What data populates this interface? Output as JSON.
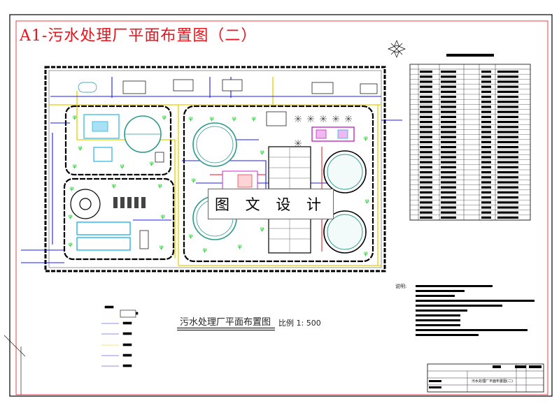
{
  "title": "A1-污水处理厂平面布置图（二）",
  "drawing_title": "污水处理厂平面布置图",
  "scale_text": "比例 1: 500",
  "watermark_text": "图 文 设 计",
  "notes_label": "说明:",
  "title_block": {
    "drawing_name": "污水处理厂平面布置图(二)"
  },
  "colors": {
    "title": "#e8131b",
    "pipe_blue": "#1c1cf0",
    "pipe_yellow": "#e6d000",
    "pipe_red": "#e8131b",
    "tank_teal": "#2a9a8a",
    "tree_green": "#1fb52a",
    "building_magenta": "#c828c8",
    "building_cyan": "#28b4e6"
  },
  "icons": [
    "north-arrow-icon",
    "tree-icon",
    "legend-symbol-icon"
  ]
}
